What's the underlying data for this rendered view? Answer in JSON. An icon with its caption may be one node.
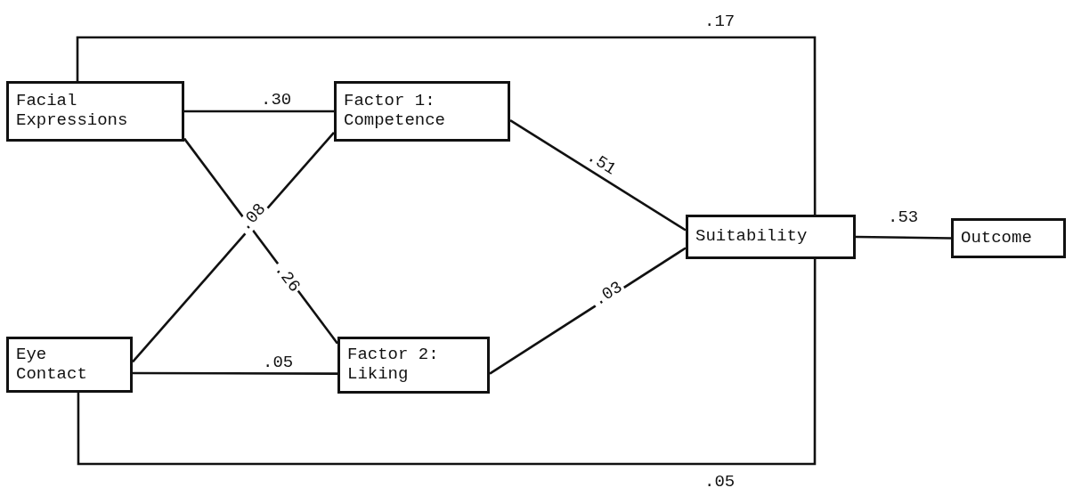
{
  "diagram": {
    "nodes": [
      {
        "text": [
          "Facial Expressions"
        ]
      },
      {
        "text": [
          "Factor 1: Competence"
        ]
      },
      {
        "text": [
          "Eye Contact"
        ]
      },
      {
        "text": [
          "Factor 2: Liking"
        ]
      },
      {
        "text": [
          "Suitability"
        ]
      },
      {
        "text": [
          "Outcome"
        ]
      }
    ],
    "edges": [
      {
        "from": 0,
        "to": 1,
        "arrow": "none",
        "label": ".30"
      },
      {
        "from": 0,
        "to": 3,
        "arrow": "none",
        "label": ".26"
      },
      {
        "from": 2,
        "to": 1,
        "arrow": "none",
        "label": ".08"
      },
      {
        "from": 2,
        "to": 3,
        "arrow": "none",
        "label": ".05"
      },
      {
        "from": 1,
        "to": 4,
        "arrow": "none",
        "label": ".51"
      },
      {
        "from": 3,
        "to": 4,
        "arrow": "none",
        "label": ".03"
      },
      {
        "from": 4,
        "to": 5,
        "arrow": "none",
        "label": ".53"
      },
      {
        "from": 0,
        "to": 4,
        "arrow": "none",
        "label": ".17"
      },
      {
        "from": 2,
        "to": 4,
        "arrow": "none",
        "label": ".05"
      }
    ]
  }
}
